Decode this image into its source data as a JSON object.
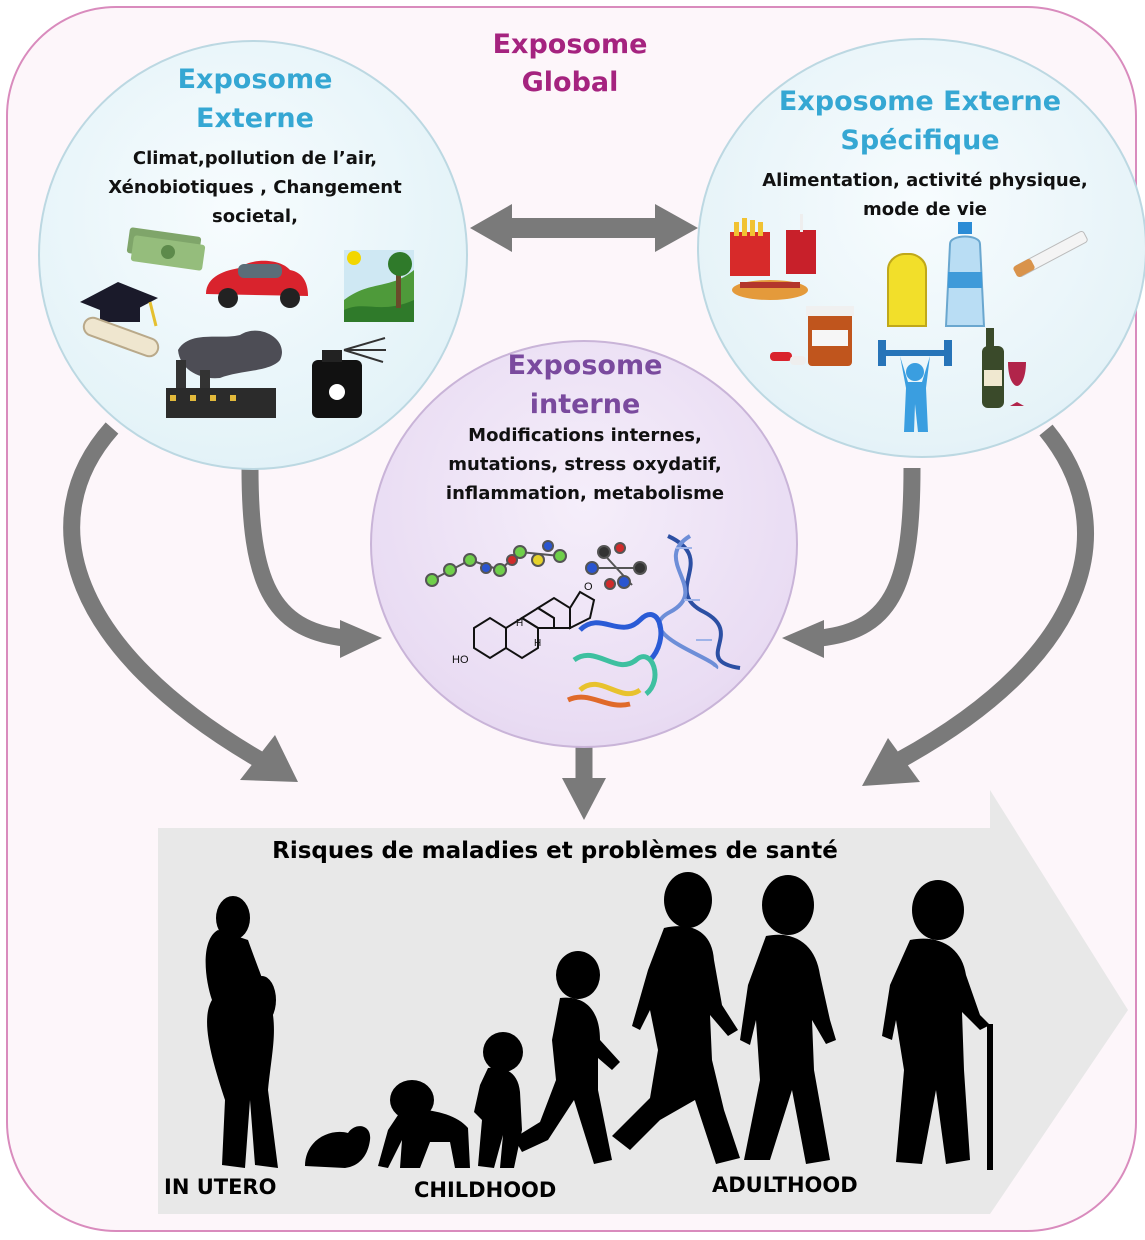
{
  "global": {
    "title_line1": "Exposome",
    "title_line2": "Global"
  },
  "external": {
    "title_line1": "Exposome",
    "title_line2": "Externe",
    "desc_line1": "Climat,pollution de l’air,",
    "desc_line2": "Xénobiotiques , Changement",
    "desc_line3": "societal,",
    "icons": [
      "money-icon",
      "car-icon",
      "landscape-icon",
      "graduation-cap-icon",
      "diploma-icon",
      "factory-smoke-icon",
      "toxic-can-icon"
    ]
  },
  "specific": {
    "title_line1": "Exposome Externe",
    "title_line2": "Spécifique",
    "desc_line1": "Alimentation, activité physique,",
    "desc_line2": "mode de vie",
    "icons": [
      "fast-food-icon",
      "medicine-bottle-icon",
      "pills-icon",
      "yellow-bottle-icon",
      "water-bottle-icon",
      "cigarette-icon",
      "weightlifter-icon",
      "wine-icon"
    ]
  },
  "internal": {
    "title_line1": "Exposome",
    "title_line2": "interne",
    "desc_line1": "Modifications internes,",
    "desc_line2": "mutations, stress oxydatif,",
    "desc_line3": "inflammation, metabolisme",
    "molecule_label_ho": "HO",
    "molecule_label_o": "O",
    "molecule_label_h": "H",
    "icons": [
      "molecule-icon",
      "molecule-small-icon",
      "dna-icon",
      "steroid-structure-icon",
      "protein-icon"
    ]
  },
  "outcome": {
    "title": "Risques de maladies et problèmes de santé",
    "stage_in_utero": "IN UTERO",
    "stage_childhood": "CHILDHOOD",
    "stage_adulthood": "ADULTHOOD"
  },
  "colors": {
    "frame": "#d98bbd",
    "background": "#fdf6fa",
    "external_circle": "#e4f3f8",
    "internal_circle": "#e9dcf3",
    "arrow": "#777777",
    "title_blue": "#35a7d3",
    "title_purple": "#7a4a9e",
    "title_magenta": "#a5237f",
    "silhouette": "#000000"
  }
}
